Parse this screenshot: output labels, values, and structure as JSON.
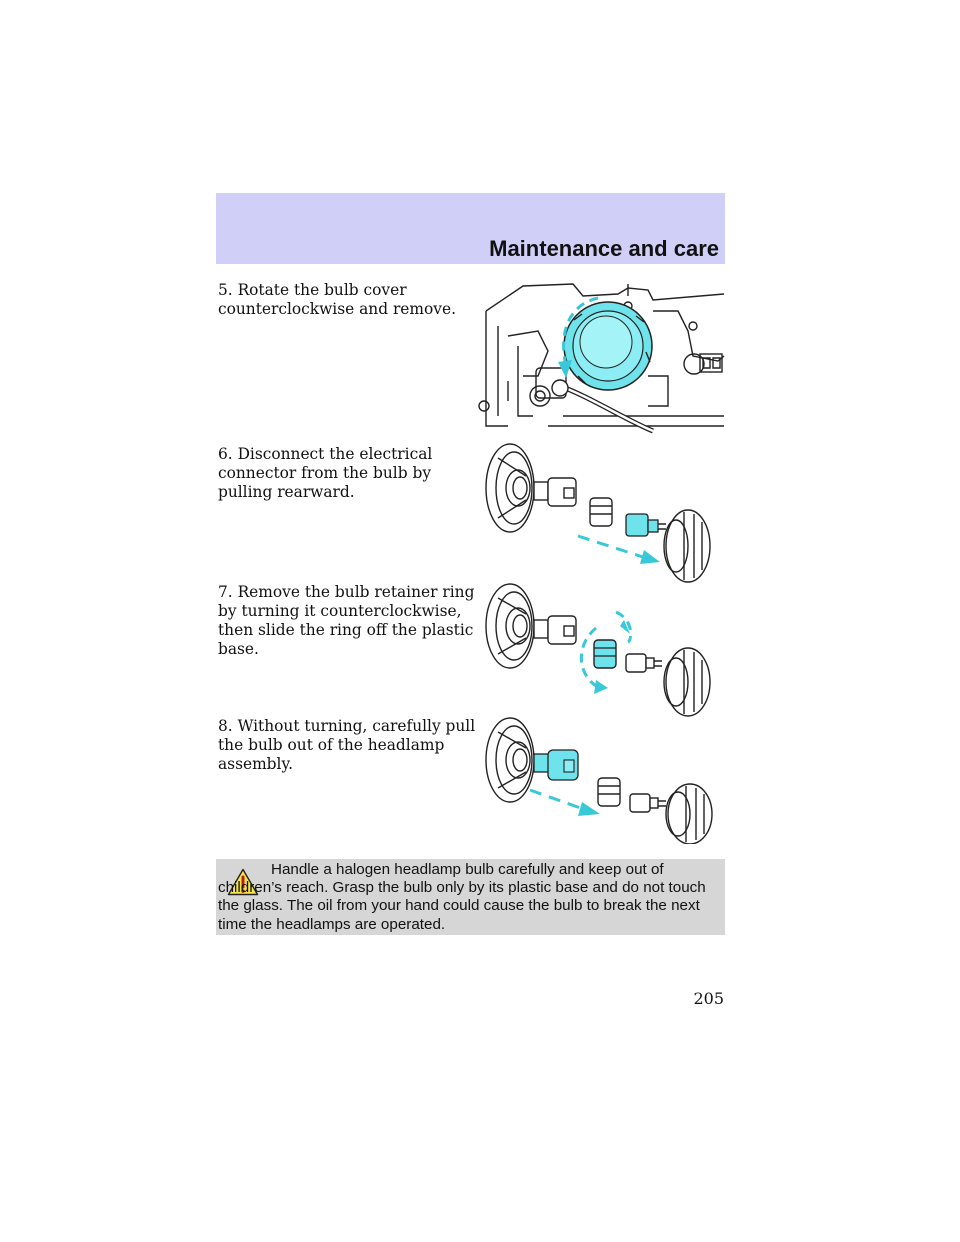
{
  "header": {
    "section_title": "Maintenance and care"
  },
  "steps": [
    {
      "text": "5. Rotate the bulb cover counterclockwise and remove.",
      "figure_icon": "headlamp-bulb-cover-rotate-illustration"
    },
    {
      "text": "6. Disconnect the electrical connector from the bulb by pulling rearward.",
      "figure_icon": "electrical-connector-disconnect-illustration"
    },
    {
      "text": "7. Remove the bulb retainer ring by turning it counterclockwise, then slide the ring off the plastic base.",
      "figure_icon": "retainer-ring-remove-illustration"
    },
    {
      "text": "8. Without turning, carefully pull the bulb out of the headlamp assembly.",
      "figure_icon": "bulb-pull-out-illustration"
    }
  ],
  "warning": {
    "icon": "warning-triangle-icon",
    "text": "Handle a halogen headlamp bulb carefully and keep out of children’s reach. Grasp the bulb only by its plastic base and do not touch the glass. The oil from your hand could cause the bulb to break the next time the headlamps are operated."
  },
  "page_number": "205",
  "colors": {
    "header_band": "#cfcff7",
    "warning_box": "#d6d6d6",
    "highlight_cyan": "#6fe3ec",
    "warning_yellow": "#f6e64a"
  }
}
